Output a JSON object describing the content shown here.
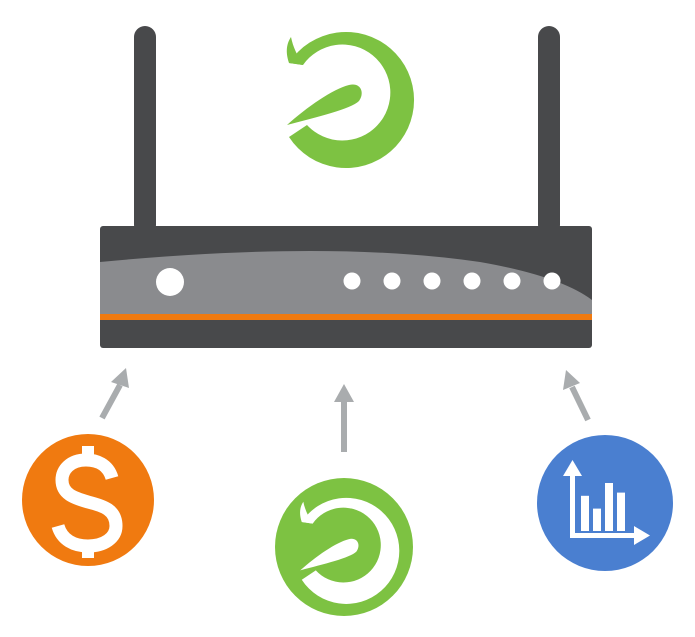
{
  "colors": {
    "router_body": "#48494b",
    "router_panel": "#8a8b8e",
    "router_stripe": "#f07a10",
    "antenna": "#48494b",
    "led": "#ffffff",
    "arrow": "#a9acae",
    "brand_green": "#7dc242",
    "dollar_orange": "#f07a10",
    "chart_blue": "#4a7fd0",
    "icon_white": "#ffffff"
  },
  "icons": {
    "top": "brand-swirl-icon",
    "left": "dollar-icon",
    "center": "brand-swirl-icon",
    "right": "bar-chart-icon"
  },
  "router": {
    "indicator_lights": 6
  },
  "chart_icon": {
    "bars": [
      0.55,
      0.35,
      0.75,
      0.6
    ]
  }
}
